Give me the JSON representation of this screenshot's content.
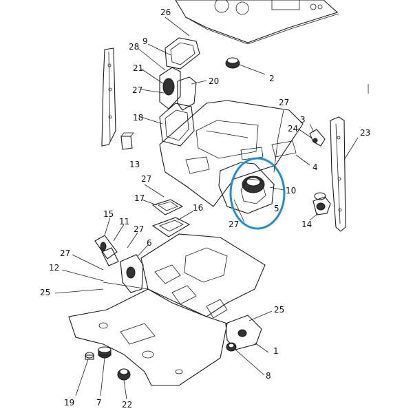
{
  "callouts": {
    "c1": "1",
    "c2": "2",
    "c3": "3",
    "c4": "4",
    "c5": "5",
    "c6": "6",
    "c7": "7",
    "c8": "8",
    "c9": "9",
    "c10": "10",
    "c11": "11",
    "c12": "12",
    "c13": "13",
    "c14": "14",
    "c15": "15",
    "c16": "16",
    "c17": "17",
    "c18": "18",
    "c19": "19",
    "c20": "20",
    "c21": "21",
    "c22": "22",
    "c23": "23",
    "c24": "24",
    "c25a": "25",
    "c25b": "25",
    "c26": "26",
    "c27a": "27",
    "c27b": "27",
    "c27c": "27",
    "c27d": "27",
    "c27e": "27",
    "c27f": "27",
    "c28": "28"
  },
  "highlight": {
    "color": "#1e90d6",
    "target_part": "5"
  },
  "colors": {
    "line": "#1a1a1a",
    "background": "#ffffff"
  }
}
